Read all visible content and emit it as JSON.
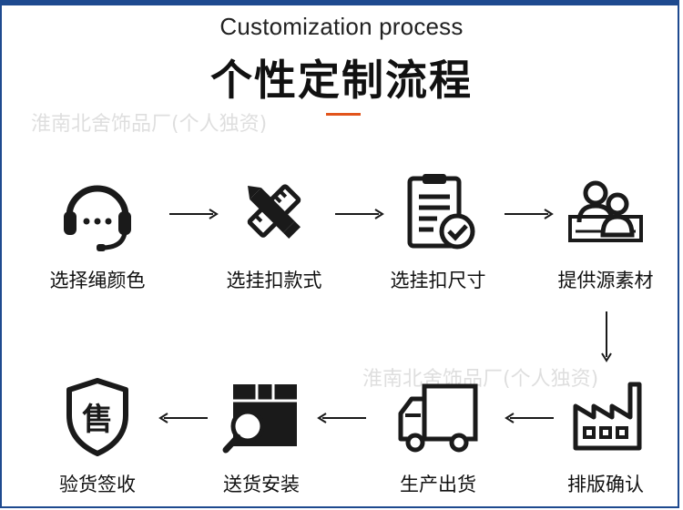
{
  "header": {
    "title_en": "Customization process",
    "title_cn": "个性定制流程"
  },
  "watermarks": [
    "淮南北舍饰品厂(个人独资)",
    "淮南北舍饰品厂(个人独资)"
  ],
  "colors": {
    "frame": "#1e4a8f",
    "accent": "#e2541b",
    "icon": "#1a1a1a"
  },
  "steps": [
    {
      "label": "选择绳颜色",
      "icon": "headset-icon"
    },
    {
      "label": "选挂扣款式",
      "icon": "pencil-ruler-icon"
    },
    {
      "label": "选挂扣尺寸",
      "icon": "clipboard-check-icon"
    },
    {
      "label": "提供源素材",
      "icon": "people-icon"
    },
    {
      "label": "排版确认",
      "icon": "factory-icon"
    },
    {
      "label": "生产出货",
      "icon": "truck-icon"
    },
    {
      "label": "送货安装",
      "icon": "box-search-icon"
    },
    {
      "label": "验货签收",
      "icon": "sale-shield-icon"
    }
  ],
  "sale_badge_text": "售"
}
